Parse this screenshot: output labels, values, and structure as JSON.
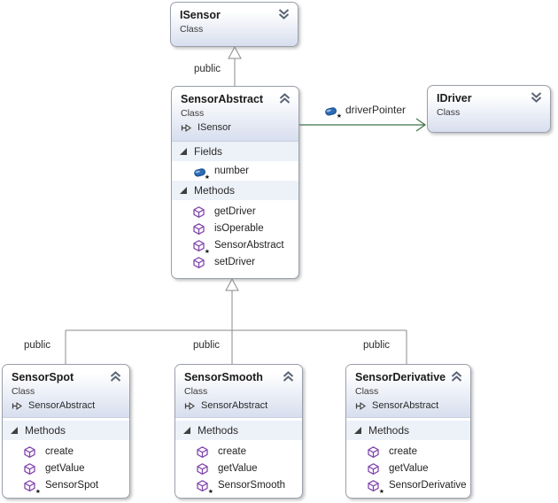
{
  "diagram": {
    "icons": {
      "private_star_glyph": "★"
    },
    "labels": {
      "isensor_inheritance": "public",
      "spot_inheritance": "public",
      "smooth_inheritance": "public",
      "derivative_inheritance": "public",
      "driver_association": "driverPointer"
    },
    "isensor": {
      "name": "ISensor",
      "kind": "Class"
    },
    "idriver": {
      "name": "IDriver",
      "kind": "Class"
    },
    "sensor_abstract": {
      "name": "SensorAbstract",
      "kind": "Class",
      "inherits": "ISensor",
      "fields_title": "Fields",
      "fields": [
        {
          "name": "number",
          "visibility": "private"
        }
      ],
      "methods_title": "Methods",
      "methods": [
        {
          "name": "getDriver",
          "visibility": "public"
        },
        {
          "name": "isOperable",
          "visibility": "public"
        },
        {
          "name": "SensorAbstract",
          "visibility": "private"
        },
        {
          "name": "setDriver",
          "visibility": "public"
        }
      ]
    },
    "sensor_spot": {
      "name": "SensorSpot",
      "kind": "Class",
      "inherits": "SensorAbstract",
      "methods_title": "Methods",
      "methods": [
        {
          "name": "create",
          "visibility": "public"
        },
        {
          "name": "getValue",
          "visibility": "public"
        },
        {
          "name": "SensorSpot",
          "visibility": "private"
        }
      ]
    },
    "sensor_smooth": {
      "name": "SensorSmooth",
      "kind": "Class",
      "inherits": "SensorAbstract",
      "methods_title": "Methods",
      "methods": [
        {
          "name": "create",
          "visibility": "public"
        },
        {
          "name": "getValue",
          "visibility": "public"
        },
        {
          "name": "SensorSmooth",
          "visibility": "private"
        }
      ]
    },
    "sensor_derivative": {
      "name": "SensorDerivative",
      "kind": "Class",
      "inherits": "SensorAbstract",
      "methods_title": "Methods",
      "methods": [
        {
          "name": "create",
          "visibility": "public"
        },
        {
          "name": "getValue",
          "visibility": "public"
        },
        {
          "name": "SensorDerivative",
          "visibility": "private"
        }
      ]
    },
    "colors": {
      "association_line": "#3c7447",
      "inheritance_line": "#8b8b8b",
      "box_border": "#9aa0ab",
      "header_gradient_bottom": "#d7deee",
      "section_band": "#edf1f8",
      "method_icon": "#8347ad",
      "field_icon": "#2e6bb4",
      "chevron_icon": "#5b6575"
    }
  }
}
